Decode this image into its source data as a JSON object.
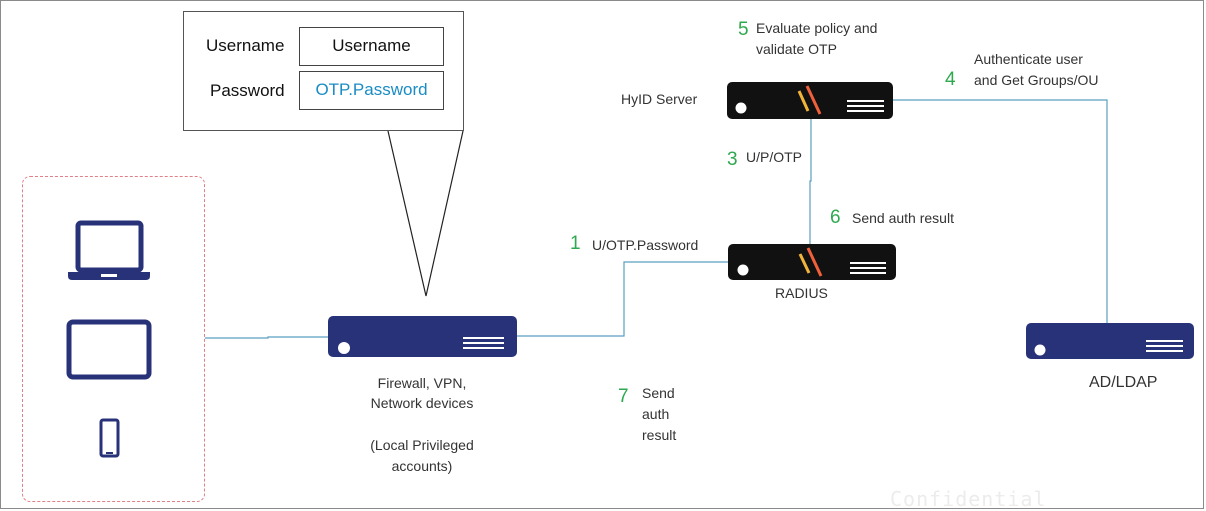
{
  "login": {
    "username_label": "Username",
    "username_value": "Username",
    "password_label": "Password",
    "password_value": "OTP.Password",
    "password_color": "#1a8cc4"
  },
  "nodes": {
    "hyid": "HyID Server",
    "radius": "RADIUS",
    "firewall_line1": "Firewall, VPN,",
    "firewall_line2": "Network devices",
    "firewall_line3": "(Local Privileged",
    "firewall_line4": "accounts)",
    "adldap": "AD/LDAP"
  },
  "steps": {
    "s1": {
      "num": "1",
      "text": "U/OTP.Password"
    },
    "s3": {
      "num": "3",
      "text": "U/P/OTP"
    },
    "s4": {
      "num": "4",
      "line1": "Authenticate user",
      "line2": "and Get Groups/OU"
    },
    "s5": {
      "num": "5",
      "line1": "Evaluate policy and",
      "line2": "validate OTP"
    },
    "s6": {
      "num": "6",
      "text": "Send auth result"
    },
    "s7": {
      "num": "7",
      "line1": "Send",
      "line2": "auth",
      "line3": "result"
    }
  },
  "colors": {
    "device_navy": "#283278",
    "appliance_black": "#111111",
    "slash_orange": "#f0603a",
    "slash_yellow": "#f3b43a",
    "wire": "#5a9fc0",
    "step_green": "#2fa84f",
    "group_border": "#e07f86"
  },
  "icons": [
    "laptop-icon",
    "tablet-icon",
    "phone-icon"
  ],
  "watermark": "Confidential"
}
